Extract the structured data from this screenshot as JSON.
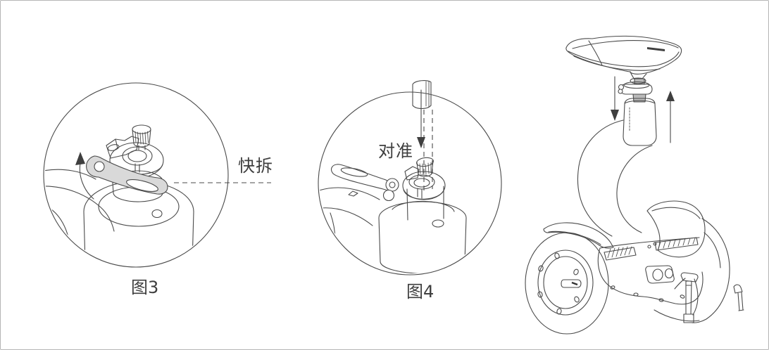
{
  "colors": {
    "line": "#4a4a4a",
    "text": "#3e3e3e",
    "lever_fill": "#d9d9d9",
    "metal_fill": "#b9b9b9",
    "page_border": "#b5b5b5",
    "background": "#ffffff"
  },
  "fig3": {
    "caption": "图3",
    "label": "快拆",
    "illustration": "quick-release-clamp-closed-detail"
  },
  "fig4": {
    "caption": "图4",
    "label": "对准",
    "illustration": "seatpost-alignment-detail"
  },
  "scooter": {
    "illustration": "self-balancing-scooter-seat-assembly",
    "arrow_left": "down-arrow",
    "arrow_right": "up-arrow"
  }
}
